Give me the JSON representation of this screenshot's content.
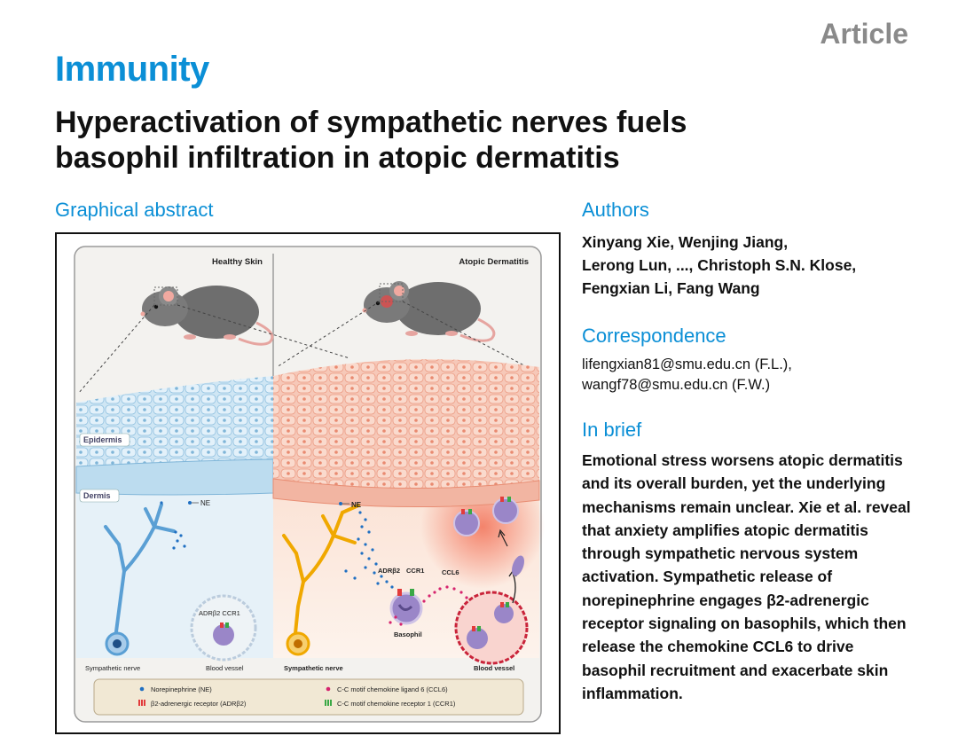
{
  "header": {
    "article_label": "Article",
    "journal": "Immunity",
    "title_line1": "Hyperactivation of sympathetic nerves fuels",
    "title_line2": "basophil infiltration in atopic dermatitis"
  },
  "graphical_abstract": {
    "heading": "Graphical abstract",
    "left_panel_title": "Healthy Skin",
    "right_panel_title": "Atopic Dermatitis",
    "label_epidermis": "Epidermis",
    "label_dermis": "Dermis",
    "label_ne_left": "NE",
    "label_ne_right": "NE",
    "label_sympathetic_left": "Sympathetic nerve",
    "label_sympathetic_right": "Sympathetic nerve",
    "label_blood_vessel_left": "Blood vessel",
    "label_blood_vessel_right": "Blood vessel",
    "label_adrb2_ccr1_left": "ADRβ2 CCR1",
    "label_adrb2_right": "ADRβ2",
    "label_ccr1_right": "CCR1",
    "label_ccl6": "CCL6",
    "label_basophil": "Basophil",
    "legend": {
      "ne": "Norepinephrine (NE)",
      "adrb2": "β2-adrenergic receptor (ADRβ2)",
      "ccl6": "C-C motif chemokine ligand 6 (CCL6)",
      "ccr1": "C-C motif chemokine receptor 1 (CCR1)"
    },
    "colors": {
      "ne": "#1f6fc2",
      "adrb2": "#e23b3b",
      "ccl6": "#d6246e",
      "ccr1": "#3aa845",
      "nerve_healthy": "#5a9fd4",
      "nerve_ad": "#f0a800",
      "basophil": "#9a86c8"
    }
  },
  "authors": {
    "heading": "Authors",
    "line1": "Xinyang Xie, Wenjing Jiang,",
    "line2": "Lerong Lun, ..., Christoph S.N. Klose,",
    "line3": "Fengxian Li, Fang Wang"
  },
  "correspondence": {
    "heading": "Correspondence",
    "line1": "lifengxian81@smu.edu.cn (F.L.),",
    "line2": "wangf78@smu.edu.cn (F.W.)"
  },
  "in_brief": {
    "heading": "In brief",
    "text": "Emotional stress worsens atopic dermatitis and its overall burden, yet the underlying mechanisms remain unclear. Xie et al. reveal that anxiety amplifies atopic dermatitis through sympathetic nervous system activation. Sympathetic release of norepinephrine engages β2-adrenergic receptor signaling on basophils, which then release the chemokine CCL6 to drive basophil recruitment and exacerbate skin inflammation."
  }
}
